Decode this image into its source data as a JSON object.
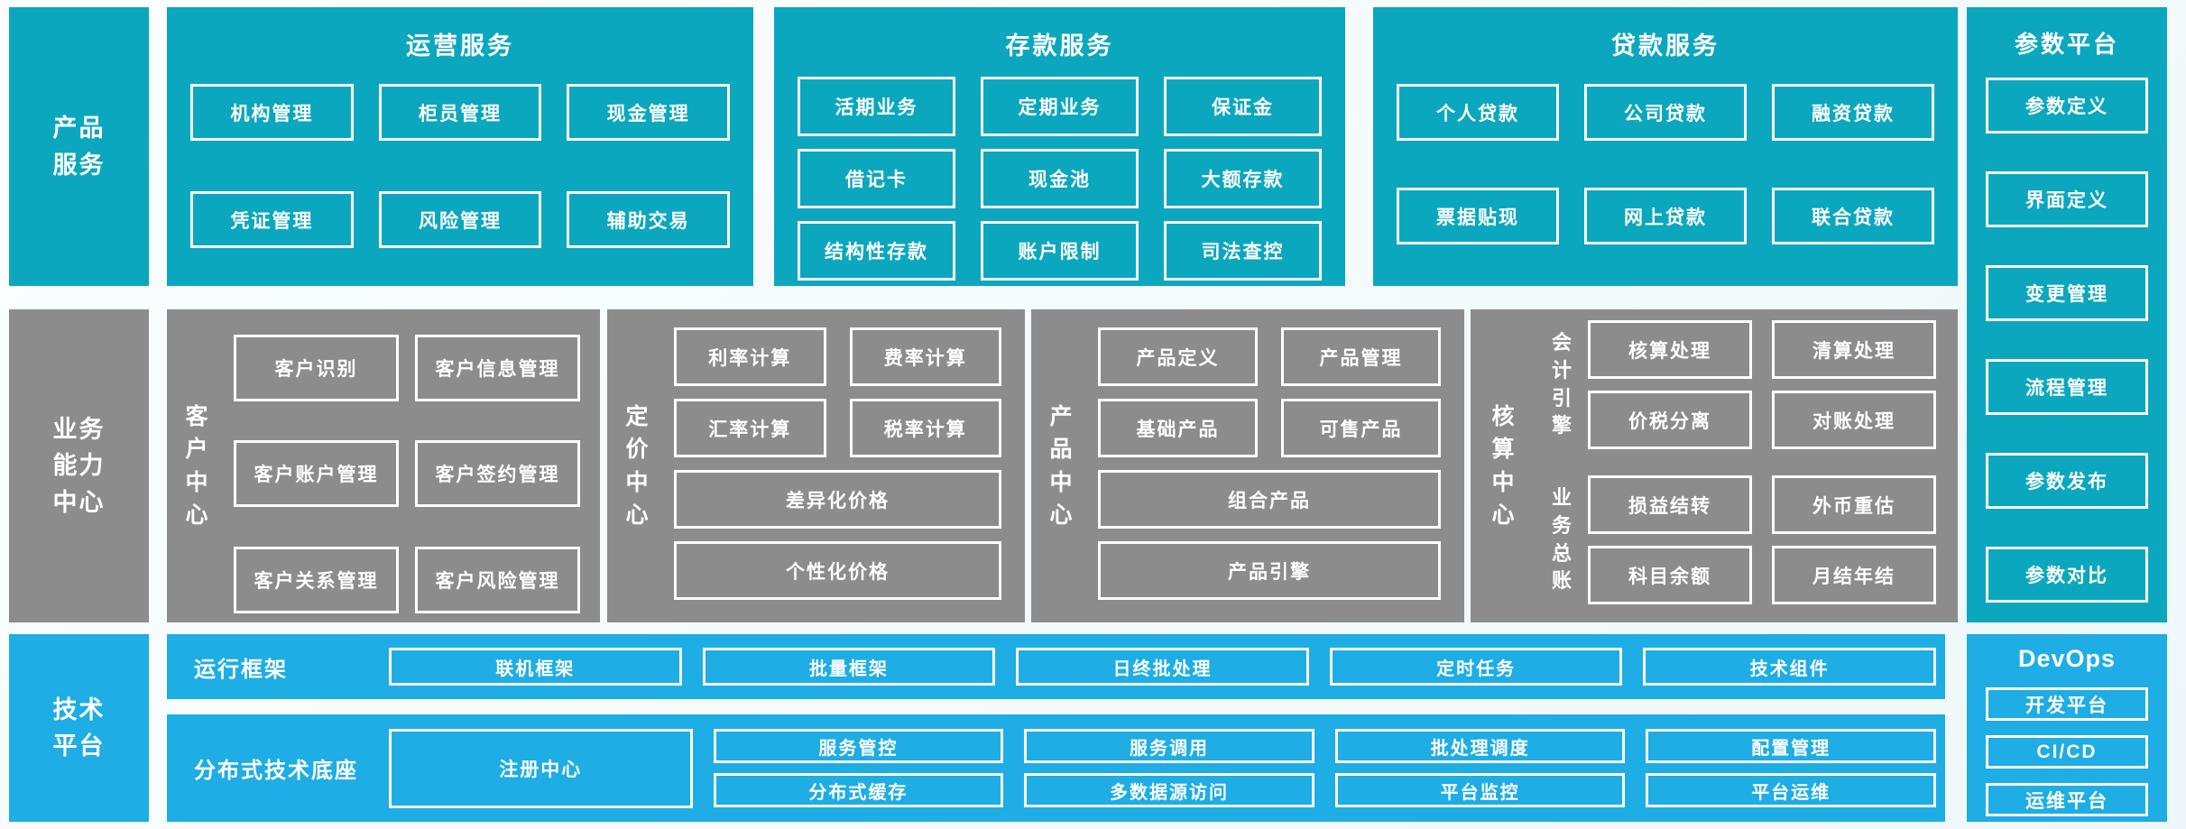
{
  "palette": {
    "teal": "#0ba7bf",
    "gray": "#8c8c8c",
    "blue": "#1eade4",
    "background": "#f2fafb",
    "text": "#ffffff",
    "box_border": "#ffffff"
  },
  "product_row": {
    "sidebar": "产品\n服务",
    "operations": {
      "title": "运营服务",
      "items": [
        "机构管理",
        "柜员管理",
        "现金管理",
        "凭证管理",
        "风险管理",
        "辅助交易"
      ]
    },
    "deposit": {
      "title": "存款服务",
      "items": [
        "活期业务",
        "定期业务",
        "保证金",
        "借记卡",
        "现金池",
        "大额存款",
        "结构性存款",
        "账户限制",
        "司法查控"
      ]
    },
    "loan": {
      "title": "贷款服务",
      "items": [
        "个人贷款",
        "公司贷款",
        "融资贷款",
        "票据贴现",
        "网上贷款",
        "联合贷款"
      ]
    }
  },
  "parameter_platform": {
    "title": "参数平台",
    "items": [
      "参数定义",
      "界面定义",
      "变更管理",
      "流程管理",
      "参数发布",
      "参数对比"
    ]
  },
  "capability_row": {
    "sidebar": "业务\n能力\n中心",
    "customer_center": {
      "label": "客\n户\n中\n心",
      "items": [
        "客户识别",
        "客户信息管理",
        "客户账户管理",
        "客户签约管理",
        "客户关系管理",
        "客户风险管理"
      ]
    },
    "pricing_center": {
      "label": "定\n价\n中\n心",
      "items": [
        "利率计算",
        "费率计算",
        "汇率计算",
        "税率计算"
      ],
      "wide_items": [
        "差异化价格",
        "个性化价格"
      ]
    },
    "product_center": {
      "label": "产\n品\n中\n心",
      "items": [
        "产品定义",
        "产品管理",
        "基础产品",
        "可售产品"
      ],
      "wide_items": [
        "组合产品",
        "产品引擎"
      ]
    },
    "accounting_center": {
      "label": "核\n算\n中\n心",
      "groups": [
        {
          "label": "会\n计\n引\n擎",
          "items": [
            "核算处理",
            "清算处理",
            "价税分离",
            "对账处理"
          ]
        },
        {
          "label": "业\n务\n总\n账",
          "items": [
            "损益结转",
            "外币重估",
            "科目余额",
            "月结年结"
          ]
        }
      ]
    }
  },
  "tech_row": {
    "sidebar": "技术\n平台",
    "runtime": {
      "label": "运行框架",
      "items": [
        "联机框架",
        "批量框架",
        "日终批处理",
        "定时任务",
        "技术组件"
      ]
    },
    "distributed": {
      "label": "分布式技术底座",
      "registry": "注册中心",
      "grid": [
        "服务管控",
        "服务调用",
        "批处理调度",
        "配置管理",
        "分布式缓存",
        "多数据源访问",
        "平台监控",
        "平台运维"
      ]
    },
    "devops": {
      "title": "DevOps",
      "items": [
        "开发平台",
        "CI/CD",
        "运维平台"
      ]
    }
  }
}
